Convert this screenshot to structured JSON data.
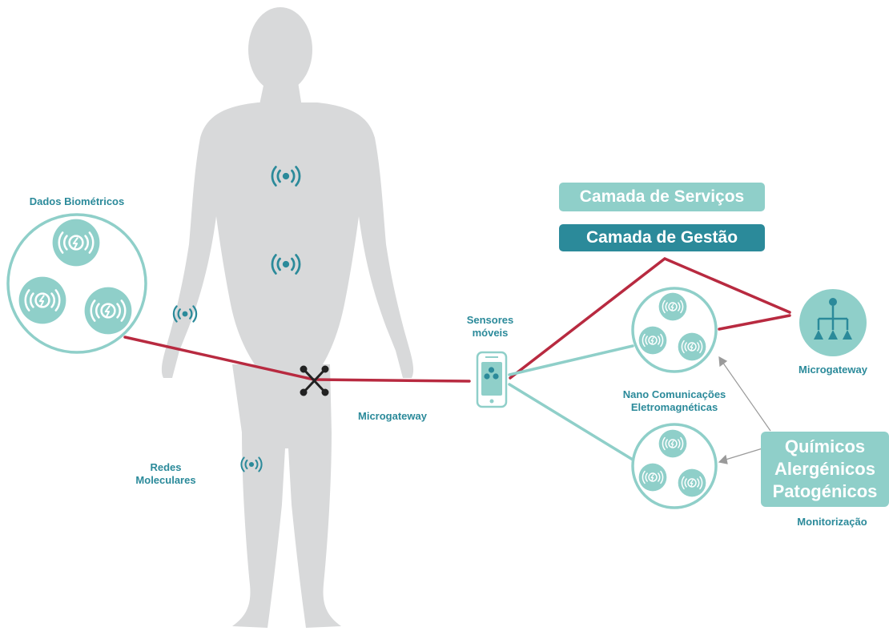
{
  "labels": {
    "biometric_data": "Dados Biométricos",
    "molecular_networks": [
      "Redes",
      "Moleculares"
    ],
    "microgateway_center": "Microgateway",
    "mobile_sensors": [
      "Sensores",
      "móveis"
    ],
    "nano_communications": [
      "Nano Comunicações",
      "Eletromagnéticas"
    ],
    "microgateway_right": "Microgateway",
    "monitoring": "Monitorização"
  },
  "layers": {
    "services": "Camada de Serviços",
    "management": "Camada de Gestão"
  },
  "agents": [
    "Químicos",
    "Alergénicos",
    "Patogénicos"
  ],
  "colors": {
    "teal_dark": "#2b8a9a",
    "teal_light": "#8fcfc9",
    "body_gray": "#d8d9da",
    "link_red": "#b82a40",
    "arrow_gray": "#9a9a9a"
  },
  "icons": [
    "body-silhouette",
    "wireless-sensor-icon",
    "sensor-node-icon",
    "smartphone-icon",
    "network-hub-icon",
    "crossed-wires-icon"
  ]
}
